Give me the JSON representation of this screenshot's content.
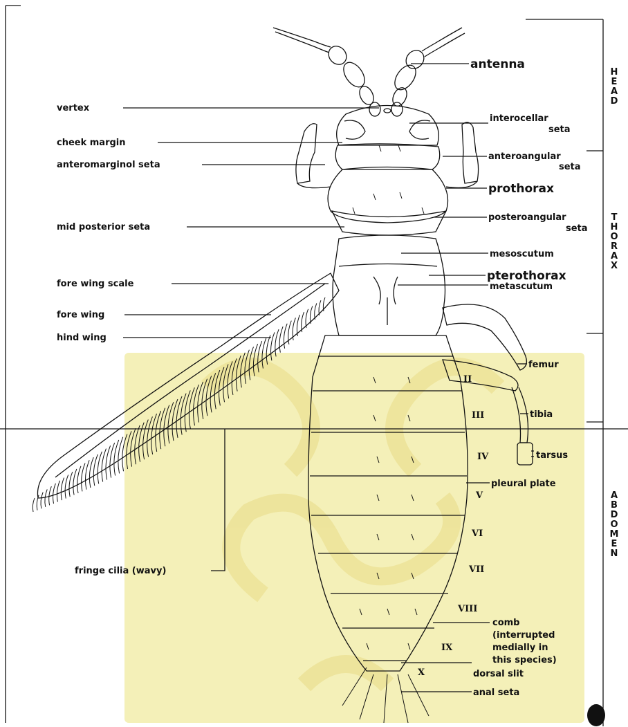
{
  "labels_left": {
    "vertex": "vertex",
    "cheek_margin": "cheek margin",
    "anteromarginal_seta": "anteromarginol seta",
    "mid_posterior_seta": "mid posterior seta",
    "fore_wing_scale": "fore wing scale",
    "fore_wing": "fore wing",
    "hind_wing": "hind wing",
    "fringe_cilia": "fringe cilia (wavy)"
  },
  "labels_right": {
    "antenna": "antenna",
    "interocellar_seta": [
      "interocellar",
      "seta"
    ],
    "anteroangular_seta": [
      "anteroangular",
      "seta"
    ],
    "prothorax": "prothorax",
    "posteroangular_seta": [
      "posteroangular",
      "seta"
    ],
    "mesoscutum": "mesoscutum",
    "pterothorax": "pterothorax",
    "metascutum": "metascutum",
    "femur": "femur",
    "tibia": "tibia",
    "tarsus": "tarsus",
    "pleural_plate": "pleural plate",
    "comb": [
      "comb",
      "(interrupted",
      "medially in",
      "this species)"
    ],
    "dorsal_slit": "dorsal slit",
    "anal_seta": "anal seta"
  },
  "segments": [
    "II",
    "III",
    "IV",
    "V",
    "VI",
    "VII",
    "VIII",
    "IX",
    "X"
  ],
  "regions": {
    "head": [
      "H",
      "E",
      "A",
      "D"
    ],
    "thorax": [
      "T",
      "H",
      "O",
      "R",
      "A",
      "X"
    ],
    "abdomen": [
      "A",
      "B",
      "D",
      "O",
      "M",
      "E",
      "N"
    ]
  },
  "colors": {
    "ink": "#111111",
    "watermark": "#f3eeb0",
    "background": "#ffffff"
  }
}
